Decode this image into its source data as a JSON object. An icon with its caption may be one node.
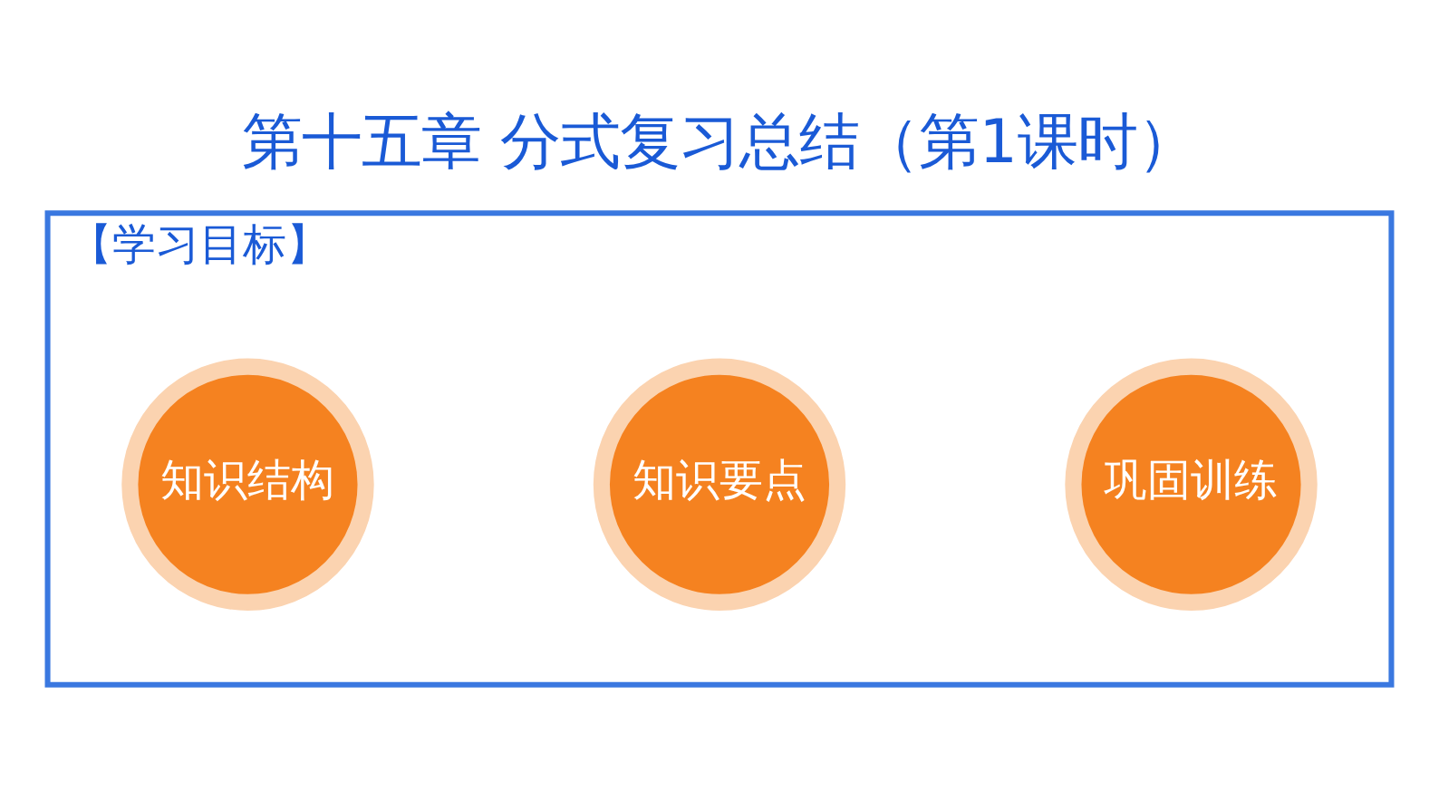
{
  "diagram": {
    "title": "第十五章 分式复习总结（第1课时）",
    "nodes": [
      {
        "text": [
          "【学习目标】"
        ]
      },
      {
        "text": [
          "知识结构"
        ],
        "in": 0
      },
      {
        "text": [
          "知识要点"
        ],
        "in": 0
      },
      {
        "text": [
          "巩固训练"
        ],
        "in": 0
      }
    ],
    "edges": []
  }
}
